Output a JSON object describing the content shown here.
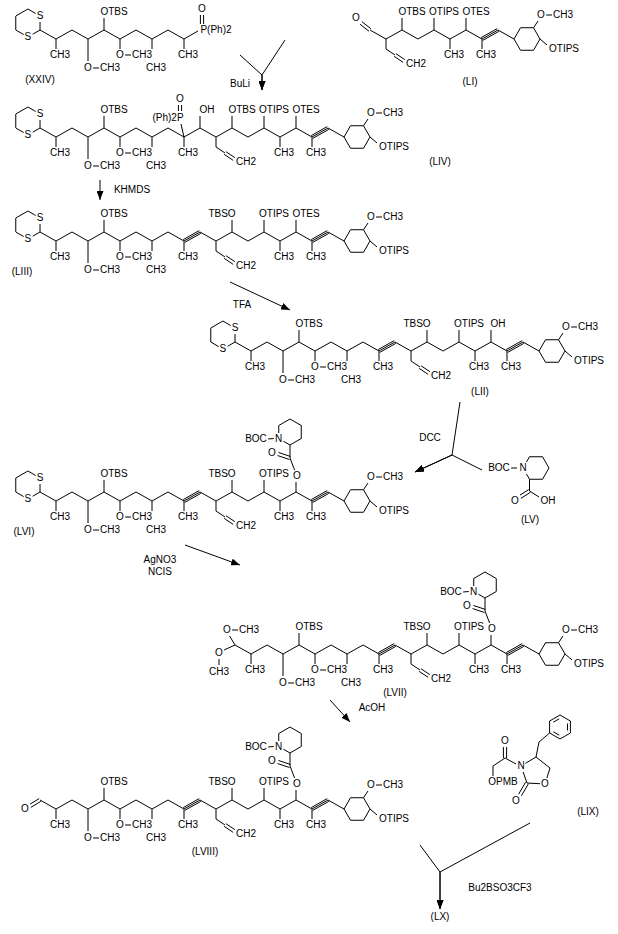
{
  "diagram": {
    "nodes": [
      {
        "text": [
          "(XXIV)"
        ]
      },
      {
        "text": [
          "(LI)"
        ]
      },
      {
        "text": [
          "(LIV)"
        ]
      },
      {
        "text": [
          "(LIII)"
        ]
      },
      {
        "text": [
          "(LII)"
        ]
      },
      {
        "text": [
          "(LV)"
        ]
      },
      {
        "text": [
          "(LVI)"
        ]
      },
      {
        "text": [
          "(LVII)"
        ]
      },
      {
        "text": [
          "(LVIII)"
        ]
      },
      {
        "text": [
          "(LIX)"
        ]
      },
      {
        "text": [
          "(LX)"
        ]
      }
    ],
    "edges": [
      {
        "from": 0,
        "to": 2,
        "arrow": "to",
        "label": "BuLi"
      },
      {
        "from": 1,
        "to": 2,
        "arrow": "to"
      },
      {
        "from": 2,
        "to": 3,
        "arrow": "to",
        "label": "KHMDS"
      },
      {
        "from": 3,
        "to": 4,
        "arrow": "to",
        "label": "TFA"
      },
      {
        "from": 4,
        "to": 6,
        "arrow": "to",
        "label": "DCC"
      },
      {
        "from": 5,
        "to": 6,
        "arrow": "to"
      },
      {
        "from": 6,
        "to": 7,
        "arrow": "to",
        "label": "AgNO3 NCIS"
      },
      {
        "from": 7,
        "to": 8,
        "arrow": "to",
        "label": "AcOH"
      },
      {
        "from": 8,
        "to": 10,
        "arrow": "to",
        "label": "Bu2BSO3CF3"
      },
      {
        "from": 9,
        "to": 10,
        "arrow": "to"
      }
    ],
    "labels": [
      "S",
      "S",
      "CH3",
      "O",
      "CH3",
      "OTBS",
      "O",
      "CH3",
      "CH3",
      "CH3",
      "P(Ph)2",
      "O",
      "O",
      "CH2",
      "OTBS",
      "OTIPS",
      "CH3",
      "OTES",
      "CH3",
      "O",
      "CH3",
      "OTIPS",
      "S",
      "S",
      "CH3",
      "O",
      "CH3",
      "OTBS",
      "O",
      "CH3",
      "CH3",
      "CH3",
      "(Ph)2P",
      "O",
      "OH",
      "CH2",
      "OTBS",
      "OTIPS",
      "CH3",
      "OTES",
      "CH3",
      "O",
      "CH3",
      "OTIPS",
      "S",
      "S",
      "CH3",
      "O",
      "CH3",
      "OTBS",
      "O",
      "CH3",
      "CH3",
      "CH3",
      "CH2",
      "TBSO",
      "OTIPS",
      "CH3",
      "OTES",
      "CH3",
      "O",
      "CH3",
      "OTIPS",
      "S",
      "S",
      "CH3",
      "O",
      "CH3",
      "OTBS",
      "O",
      "CH3",
      "CH3",
      "CH3",
      "CH2",
      "TBSO",
      "OTIPS",
      "CH3",
      "OH",
      "CH3",
      "O",
      "CH3",
      "OTIPS",
      "BOC",
      "N",
      "O",
      "OH",
      "S",
      "S",
      "CH3",
      "O",
      "CH3",
      "OTBS",
      "O",
      "CH3",
      "CH3",
      "CH3",
      "CH2",
      "TBSO",
      "OTIPS",
      "CH3",
      "O",
      "O",
      "N",
      "BOC",
      "CH3",
      "O",
      "CH3",
      "OTIPS",
      "O",
      "CH3",
      "O",
      "CH3",
      "CH3",
      "O",
      "CH3",
      "OTBS",
      "O",
      "CH3",
      "CH3",
      "CH3",
      "CH2",
      "TBSO",
      "OTIPS",
      "CH3",
      "O",
      "O",
      "N",
      "BOC",
      "CH3",
      "O",
      "CH3",
      "OTIPS",
      "O",
      "CH3",
      "O",
      "CH3",
      "OTBS",
      "O",
      "CH3",
      "CH3",
      "CH3",
      "CH2",
      "TBSO",
      "OTIPS",
      "CH3",
      "O",
      "O",
      "N",
      "BOC",
      "CH3",
      "O",
      "CH3",
      "OTIPS",
      "O",
      "OPMB",
      "N",
      "O",
      "O"
    ]
  }
}
